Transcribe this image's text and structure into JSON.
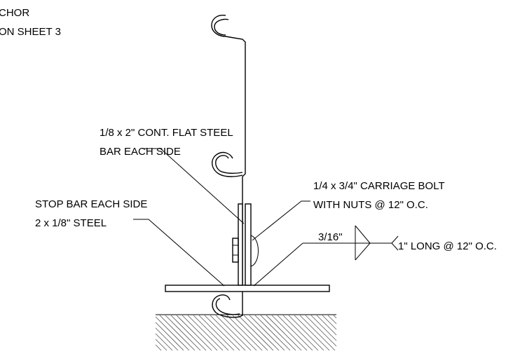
{
  "notes": {
    "anchor_line1": "CHOR",
    "anchor_line2": "ON SHEET 3",
    "flat_bar_line1": "1/8 x 2\" CONT. FLAT STEEL",
    "flat_bar_line2": "BAR EACH SIDE",
    "stop_bar_line1": "STOP BAR EACH SIDE",
    "stop_bar_line2": "2 x 1/8\" STEEL",
    "bolt_line1": "1/4 x 3/4\" CARRIAGE BOLT",
    "bolt_line2": "WITH NUTS @ 12\" O.C.",
    "weld_size": "3/16\"",
    "weld_note": "1\" LONG @ 12\" O.C."
  }
}
